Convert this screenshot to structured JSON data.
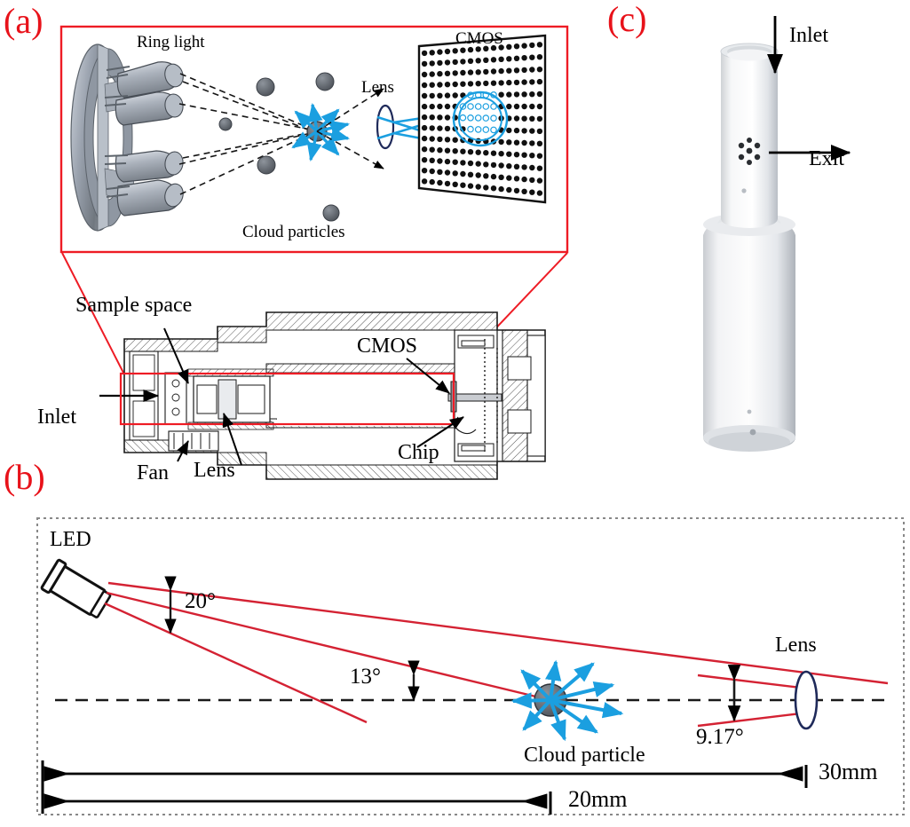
{
  "figure": {
    "title": "Cloud particle imaging probe schematic",
    "colors": {
      "panel_label_red": "#e8121a",
      "inset_frame_red": "#ee1c25",
      "ray_red": "#d42233",
      "scatter_blue": "#1b9fe0",
      "lens_navy": "#1f2a5a",
      "metal_gray": "#9aa2ae",
      "particle_gray": "#5a5f66",
      "body_white": "#f2f3f5",
      "dashed_black": "#1a1a1a"
    }
  },
  "panels": {
    "a": {
      "label": "(a)",
      "inset": {
        "ring_light": "Ring light",
        "cloud_particles": "Cloud particles",
        "lens": "Lens",
        "cmos": "CMOS"
      },
      "cross_section": {
        "sample_space": "Sample space",
        "inlet": "Inlet",
        "fan": "Fan",
        "lens": "Lens",
        "cmos": "CMOS",
        "chip": "Chip"
      }
    },
    "b": {
      "label": "(b)",
      "led": "LED",
      "cloud_particle": "Cloud particle",
      "lens": "Lens",
      "angles": {
        "led_cone": "20°",
        "illumination_tilt": "13°",
        "collection_half_angle": "9.17°"
      },
      "dimensions": {
        "led_to_lens": "30mm",
        "led_to_particle": "20mm"
      }
    },
    "c": {
      "label": "(c)",
      "inlet": "Inlet",
      "exit": "Exit"
    }
  },
  "chart_data": {
    "type": "diagram",
    "title": "Optical layout of cloud particle imaging probe",
    "panel_b_geometry": {
      "led_cone_angle_deg": 20,
      "illumination_axis_tilt_deg": 13,
      "lens_collection_angle_deg": 9.17,
      "led_to_lens_mm": 30,
      "led_to_particle_mm": 20
    },
    "panel_a_cmos": {
      "pixel_grid_cols": 16,
      "pixel_grid_rows": 13,
      "shadow_spot_marked": true
    },
    "panel_a_ring_light": {
      "led_count": 4
    }
  }
}
